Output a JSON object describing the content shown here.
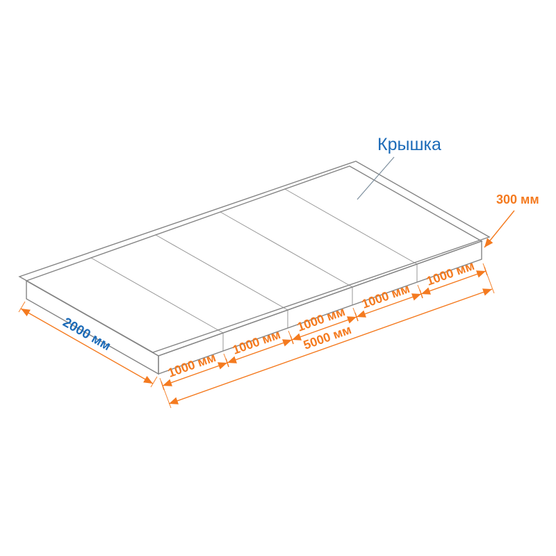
{
  "diagram": {
    "background": "#ffffff",
    "part_label": "Крышка",
    "dims": {
      "thickness": "300 мм",
      "width": "2000 мм",
      "total": "5000 мм",
      "segments": [
        "1000 мм",
        "1000 мм",
        "1000 мм",
        "1000 мм",
        "1000 мм"
      ]
    },
    "colors": {
      "dimension": "#f47a1f",
      "accent": "#1c6bb8",
      "mesh": "#9a9a9a",
      "edge": "#848484"
    }
  }
}
